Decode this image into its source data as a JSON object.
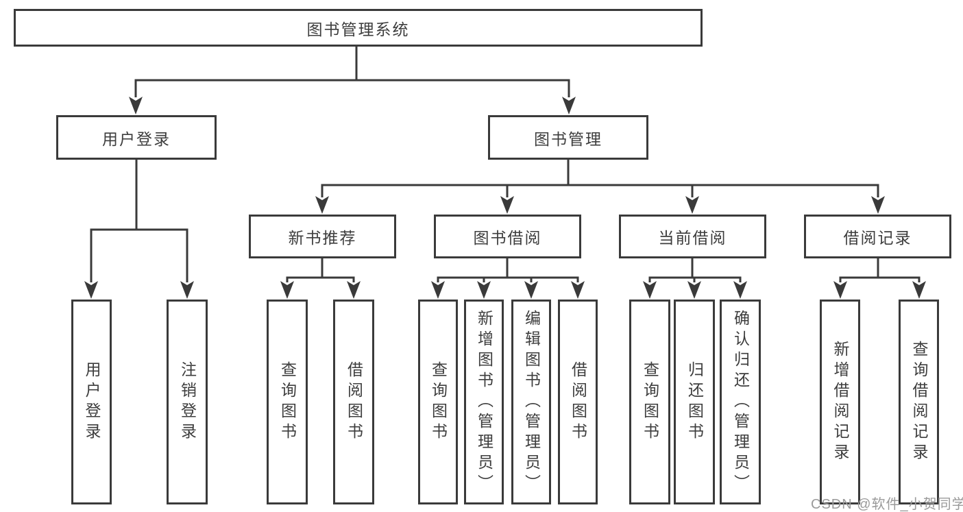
{
  "diagram": {
    "type": "hierarchy-tree",
    "tree": {
      "label": "图书管理系统",
      "children": [
        {
          "label": "用户登录",
          "children": [
            {
              "label": "用户登录"
            },
            {
              "label": "注销登录"
            }
          ]
        },
        {
          "label": "图书管理",
          "children": [
            {
              "label": "新书推荐",
              "children": [
                {
                  "label": "查询图书"
                },
                {
                  "label": "借阅图书"
                }
              ]
            },
            {
              "label": "图书借阅",
              "children": [
                {
                  "label": "查询图书"
                },
                {
                  "label": "新增图书（管理员）"
                },
                {
                  "label": "编辑图书（管理员）"
                },
                {
                  "label": "借阅图书"
                }
              ]
            },
            {
              "label": "当前借阅",
              "children": [
                {
                  "label": "查询图书"
                },
                {
                  "label": "归还图书"
                },
                {
                  "label": "确认归还（管理员）"
                }
              ]
            },
            {
              "label": "借阅记录",
              "children": [
                {
                  "label": "新增借阅记录"
                },
                {
                  "label": "查询借阅记录"
                }
              ]
            }
          ]
        }
      ]
    },
    "colors": {
      "line": "#3a3a3a",
      "box_border": "#3a3a3a",
      "box_fill": "#ffffff",
      "text": "#3d3d3d",
      "watermark": "#9a9a9a",
      "background": "#ffffff"
    }
  },
  "watermark": "CSDN @软件_小贺同学"
}
